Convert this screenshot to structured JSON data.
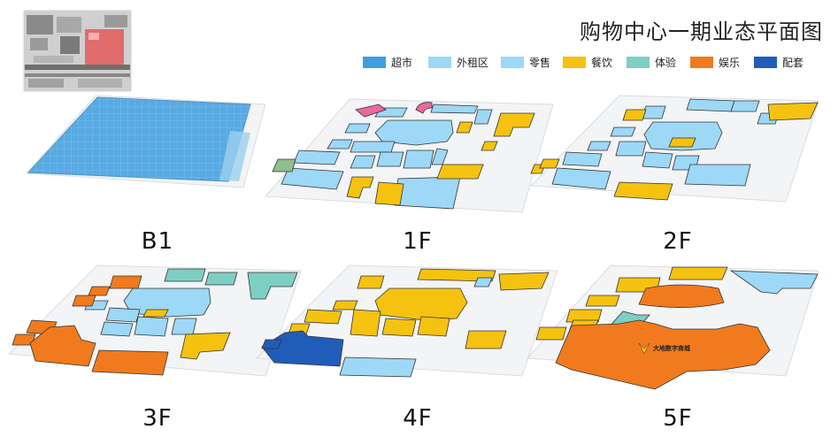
{
  "title": "购物中心一期业态平面图",
  "legend": [
    {
      "label": "超市",
      "color": "#3E9EE0"
    },
    {
      "label": "外租区",
      "color": "#9DD8F7"
    },
    {
      "label": "零售",
      "color": "#9DD8F7"
    },
    {
      "label": "餐饮",
      "color": "#F5C20F"
    },
    {
      "label": "体验",
      "color": "#7ECFC3"
    },
    {
      "label": "娱乐",
      "color": "#F07A1D"
    },
    {
      "label": "配套",
      "color": "#1F5DB8"
    }
  ],
  "floors": [
    "B1",
    "1F",
    "2F",
    "3F",
    "4F",
    "5F"
  ],
  "watermark": {
    "text": "大地数字商城"
  },
  "colors": {
    "supermarket": "#3E9EE0",
    "retail": "#9DD8F7",
    "dining": "#F5C20F",
    "experience": "#7ECFC3",
    "entertainment": "#F07A1D",
    "support": "#1F5DB8",
    "pink": "#E86A9A",
    "green": "#8FBF8A"
  }
}
